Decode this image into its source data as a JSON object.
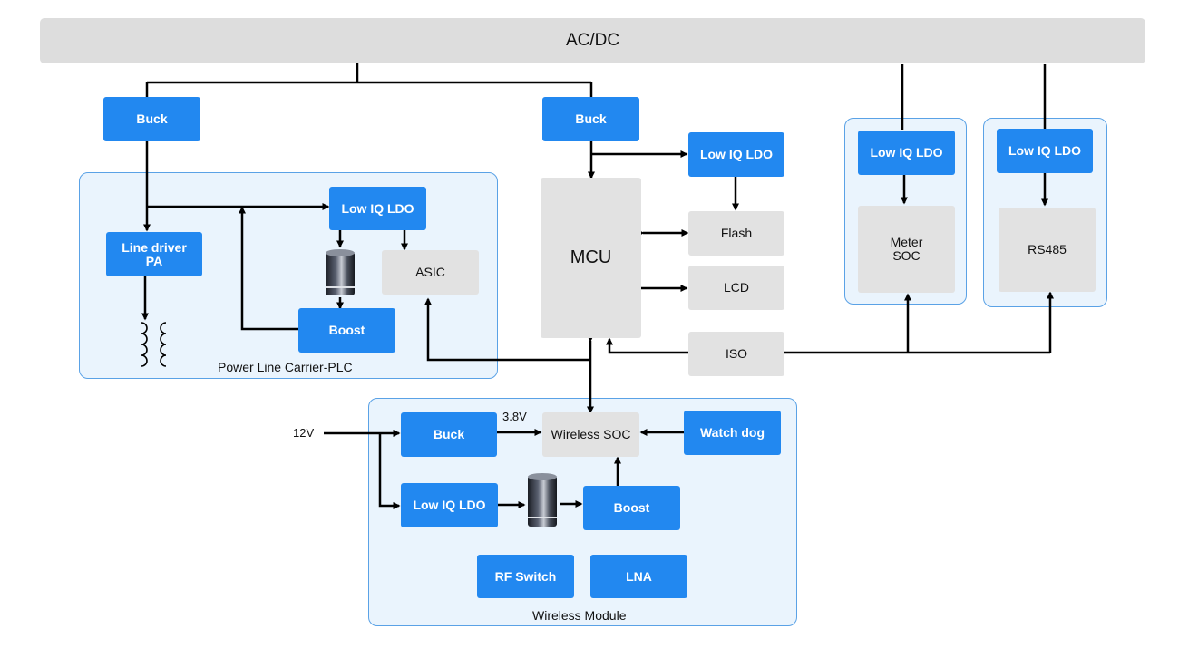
{
  "acdc": "AC/DC",
  "groups": {
    "plc": "Power Line Carrier-PLC",
    "wireless": "Wireless Module"
  },
  "blocks": {
    "buck_plc": "Buck",
    "buck_main": "Buck",
    "ldo_plc": "Low IQ LDO",
    "ldo_mcu": "Low IQ LDO",
    "ldo_meter": "Low IQ LDO",
    "ldo_rs485": "Low IQ LDO",
    "line_driver": "Line driver\nPA",
    "asic": "ASIC",
    "boost_plc": "Boost",
    "mcu": "MCU",
    "flash": "Flash",
    "lcd": "LCD",
    "iso": "ISO",
    "meter_soc": "Meter\nSOC",
    "rs485": "RS485",
    "buck_wireless": "Buck",
    "wireless_soc": "Wireless SOC",
    "watchdog": "Watch dog",
    "ldo_wireless": "Low IQ LDO",
    "boost_wireless": "Boost",
    "rf_switch": "RF Switch",
    "lna": "LNA"
  },
  "labels": {
    "v12": "12V",
    "v38": "3.8V"
  },
  "colors": {
    "block_blue": "#2288f0",
    "block_grey": "#e2e2e2",
    "group_fill": "#eaf4fd",
    "group_border": "#5aa2e6"
  }
}
